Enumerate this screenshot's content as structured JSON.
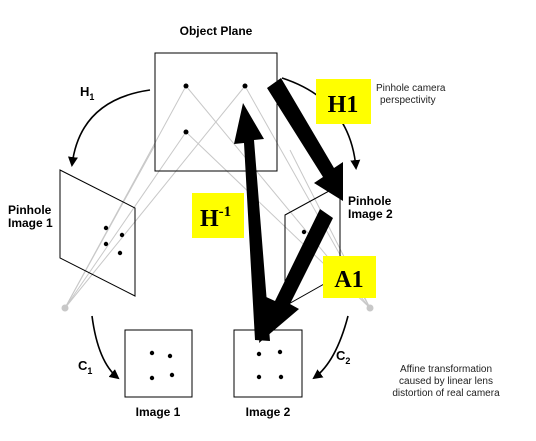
{
  "labels": {
    "object_plane": "Object Plane",
    "h1_arc": "H",
    "h1_arc_sub": "1",
    "pinhole_image_1_line1": "Pinhole",
    "pinhole_image_1_line2": "Image 1",
    "pinhole_image_2_line1": "Pinhole",
    "pinhole_image_2_line2": "Image 2",
    "image_1": "Image 1",
    "image_2": "Image 2",
    "c1": "C",
    "c1_sub": "1",
    "c2": "C",
    "c2_sub": "2",
    "pinhole_note_line1": "Pinhole camera",
    "pinhole_note_line2": "perspectivity",
    "affine_note_line1": "Affine transformation",
    "affine_note_line2": "caused by linear lens",
    "affine_note_line3": "distortion of real camera"
  },
  "highlights": {
    "h1": "H1",
    "h_inv": "H",
    "h_inv_sup": "-1",
    "a1": "A1",
    "color": "#ffff00"
  },
  "colors": {
    "arrow": "#000000",
    "projection_lines": "#c8c8c8",
    "focal_point": "#c8c8c8"
  }
}
